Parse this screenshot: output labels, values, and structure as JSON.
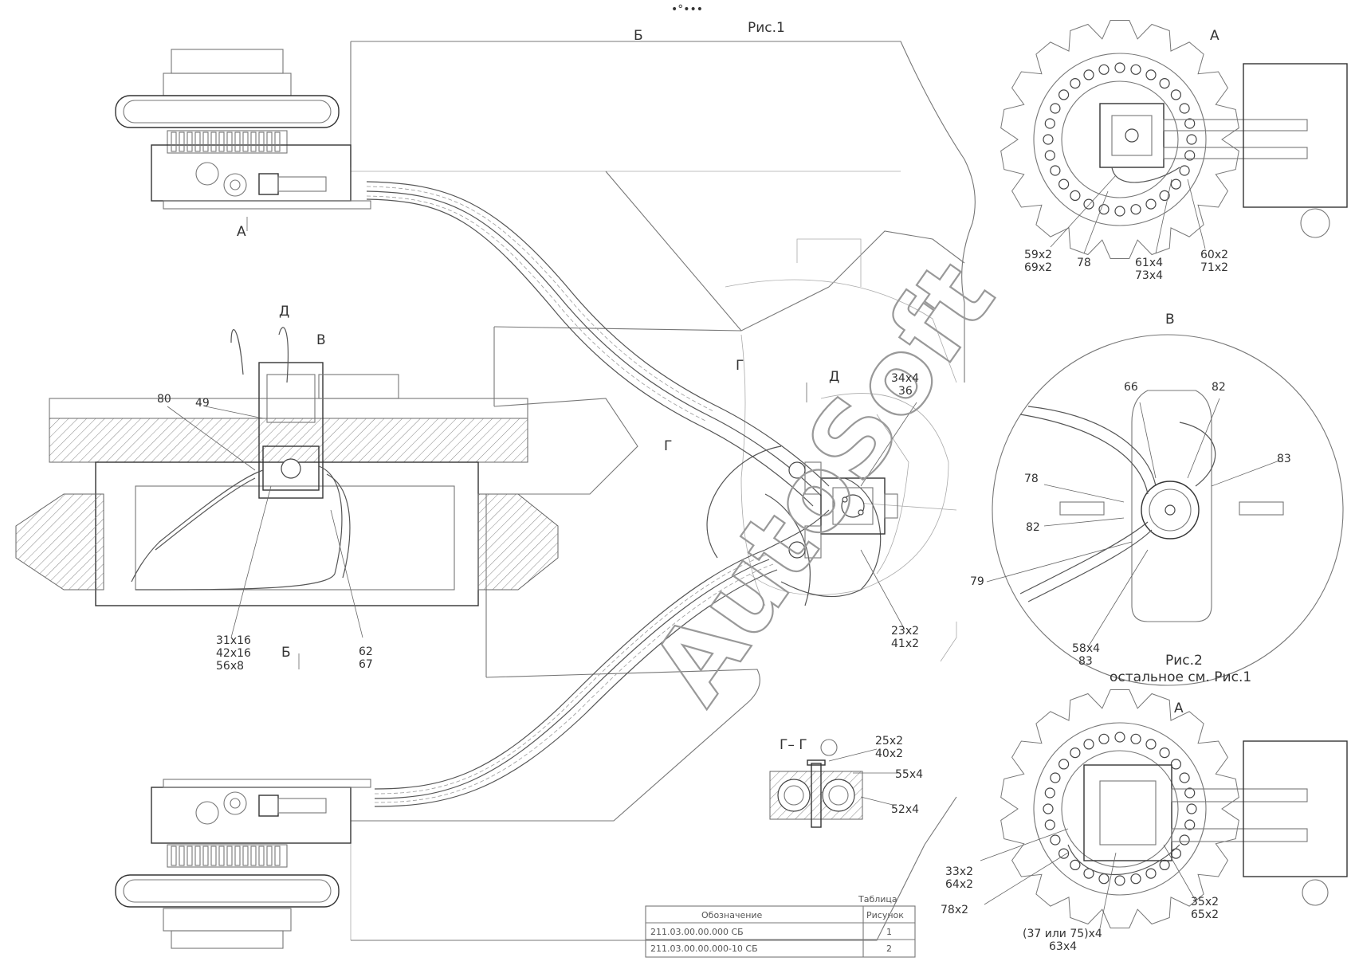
{
  "figures": {
    "fig1": "Рис.1",
    "fig2": "Рис.2",
    "fig2_note": "остальное  см. Рис.1"
  },
  "views": {
    "a_top": "А",
    "a_bottom": "А",
    "b_top": "Б",
    "v_right": "В",
    "v_left": "В",
    "d": "Д",
    "d_center": "Д",
    "g1": "Г",
    "g2": "Г",
    "a_arrow": "А",
    "b_arrow": "Б",
    "section": "Г– Г"
  },
  "callouts": {
    "c_59_69": [
      "59х2",
      "69х2"
    ],
    "c_78": "78",
    "c_61_73": [
      "61х4",
      "73х4"
    ],
    "c_60_71": [
      "60х2",
      "71х2"
    ],
    "c_66": "66",
    "c_82a": "82",
    "c_83": "83",
    "c_78b": "78",
    "c_82b": "82",
    "c_79": "79",
    "c_58_83": [
      "58х4",
      "83"
    ],
    "c_34_36": [
      "34х4",
      "36"
    ],
    "c_80": "80",
    "c_49": "49",
    "c_31_42_56": [
      "31х16",
      "42х16",
      "56х8"
    ],
    "c_62_67": [
      "62",
      "67"
    ],
    "c_23_41": [
      "23х2",
      "41х2"
    ],
    "c_25_40": [
      "25х2",
      "40х2"
    ],
    "c_55": "55х4",
    "c_52": "52х4",
    "c_33_64": [
      "33х2",
      "64х2"
    ],
    "c_78x2": "78х2",
    "c_37_63": [
      "(37 или 75)х4",
      "63х4"
    ],
    "c_35_65": [
      "35х2",
      "65х2"
    ],
    "top_mark": "•°•••"
  },
  "table": {
    "title": "Таблица",
    "headers": [
      "Обозначение",
      "Рисунок"
    ],
    "rows": [
      [
        "211.03.00.00.000 СБ",
        "1"
      ],
      [
        "211.03.00.00.000-10 СБ",
        "2"
      ]
    ]
  },
  "watermark": "AutoSoft"
}
